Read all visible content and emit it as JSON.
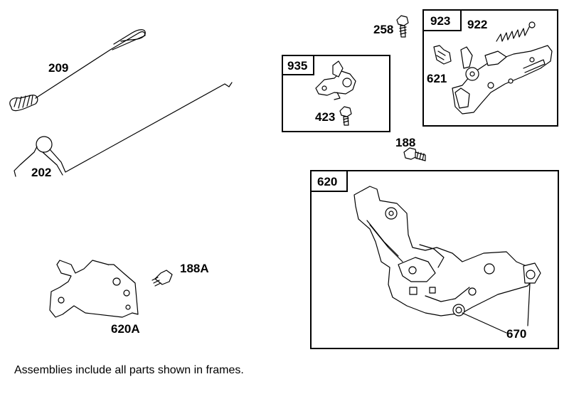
{
  "labels": {
    "p209": "209",
    "p202": "202",
    "p620A": "620A",
    "p188A": "188A",
    "p258": "258",
    "p923": "923",
    "p922": "922",
    "p621": "621",
    "p935": "935",
    "p423": "423",
    "p188": "188",
    "p620": "620",
    "p670": "670"
  },
  "footnote": "Assemblies include all parts shown in frames."
}
